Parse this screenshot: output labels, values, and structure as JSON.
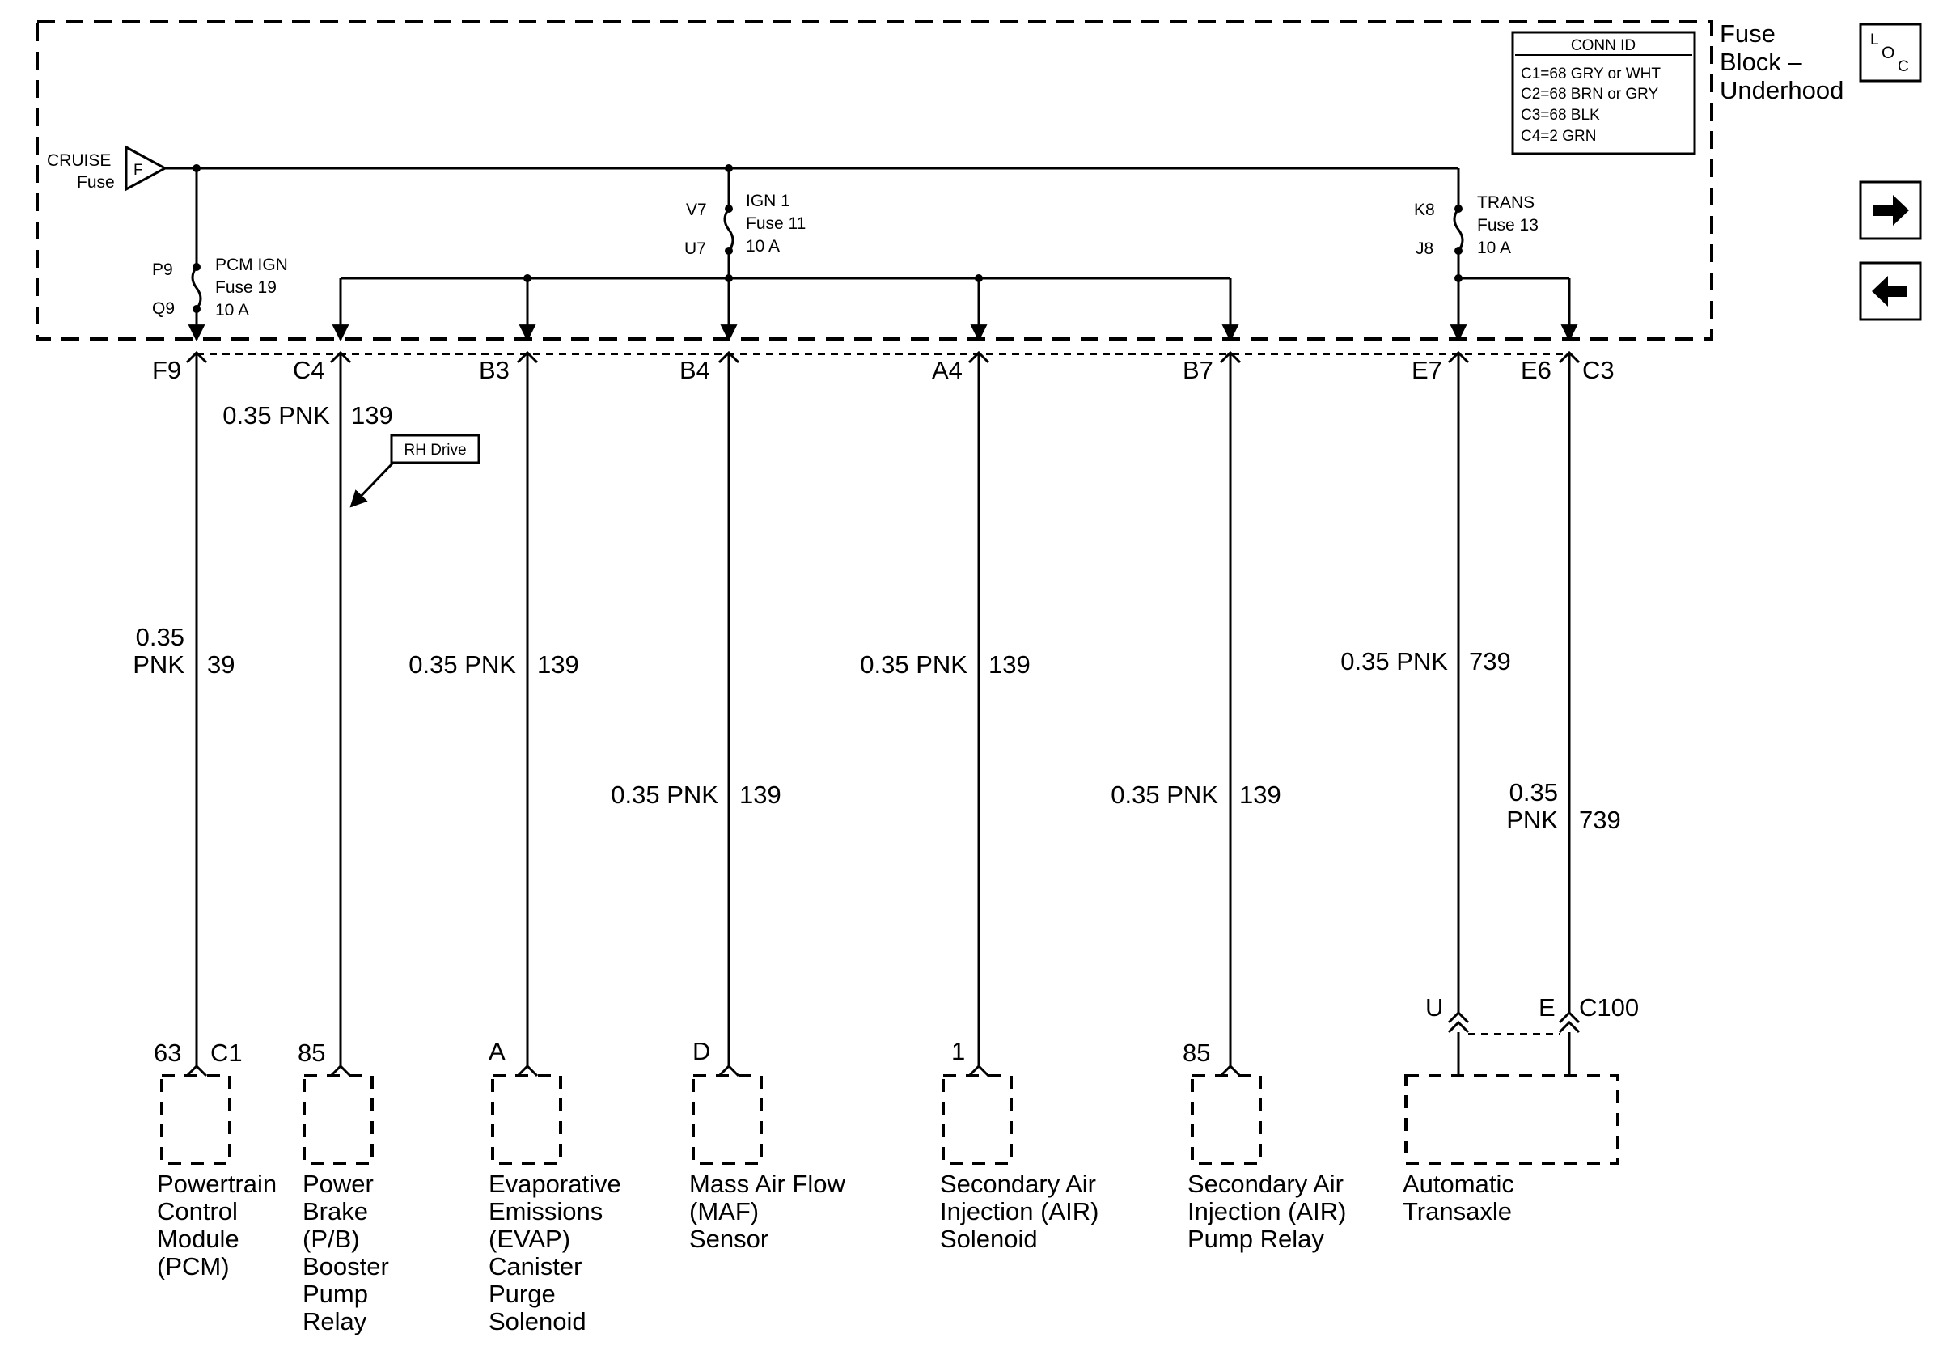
{
  "fuse_block": {
    "title_lines": [
      "Fuse",
      "Block –",
      "Underhood"
    ],
    "conn_id": {
      "heading": "CONN ID",
      "rows": [
        "C1=68 GRY or WHT",
        "C2=68 BRN or GRY",
        "C3=68 BLK",
        "C4=2 GRN"
      ]
    },
    "cruise": {
      "label": "CRUISE",
      "sub": "Fuse",
      "letter": "F"
    },
    "fuses": [
      {
        "top_pin": "P9",
        "bottom_pin": "Q9",
        "name": "PCM IGN",
        "fuse": "Fuse 19",
        "rating": "10 A"
      },
      {
        "top_pin": "V7",
        "bottom_pin": "U7",
        "name": "IGN 1",
        "fuse": "Fuse 11",
        "rating": "10 A"
      },
      {
        "top_pin": "K8",
        "bottom_pin": "J8",
        "name": "TRANS",
        "fuse": "Fuse 13",
        "rating": "10 A"
      }
    ],
    "pins": [
      "F9",
      "C4",
      "B3",
      "B4",
      "A4",
      "B7",
      "E7",
      "E6",
      "C3"
    ]
  },
  "loc_icon": {
    "L": "L",
    "O": "O",
    "C": "C"
  },
  "nav": {
    "next": "➜",
    "prev": "←"
  },
  "rh_drive": "RH Drive",
  "wires": {
    "w1": {
      "gauge": "0.35",
      "color": "PNK",
      "circuit": "39"
    },
    "w2": {
      "label": "0.35 PNK",
      "circuit": "139"
    },
    "w3": {
      "label": "0.35 PNK",
      "circuit": "139"
    },
    "w4": {
      "label": "0.35 PNK",
      "circuit": "139"
    },
    "w5": {
      "label": "0.35 PNK",
      "circuit": "139"
    },
    "w6": {
      "label": "0.35 PNK",
      "circuit": "139"
    },
    "w7": {
      "label": "0.35 PNK",
      "circuit": "739"
    },
    "w8": {
      "gauge": "0.35",
      "color": "PNK",
      "circuit": "739"
    }
  },
  "components": [
    {
      "pin": "63",
      "conn": "C1",
      "name_lines": [
        "Powertrain",
        "Control",
        "Module",
        "(PCM)"
      ]
    },
    {
      "pin": "85",
      "name_lines": [
        "Power",
        "Brake",
        "(P/B)",
        "Booster",
        "Pump",
        "Relay"
      ]
    },
    {
      "pin": "A",
      "name_lines": [
        "Evaporative",
        "Emissions",
        "(EVAP)",
        "Canister",
        "Purge",
        "Solenoid"
      ]
    },
    {
      "pin": "D",
      "name_lines": [
        "Mass Air Flow",
        "(MAF)",
        "Sensor"
      ]
    },
    {
      "pin": "1",
      "name_lines": [
        "Secondary Air",
        "Injection (AIR)",
        "Solenoid"
      ]
    },
    {
      "pin": "85",
      "name_lines": [
        "Secondary Air",
        "Injection (AIR)",
        "Pump Relay"
      ]
    },
    {
      "pins": [
        "U",
        "E"
      ],
      "conn": "C100",
      "name_lines": [
        "Automatic",
        "Transaxle"
      ]
    }
  ]
}
